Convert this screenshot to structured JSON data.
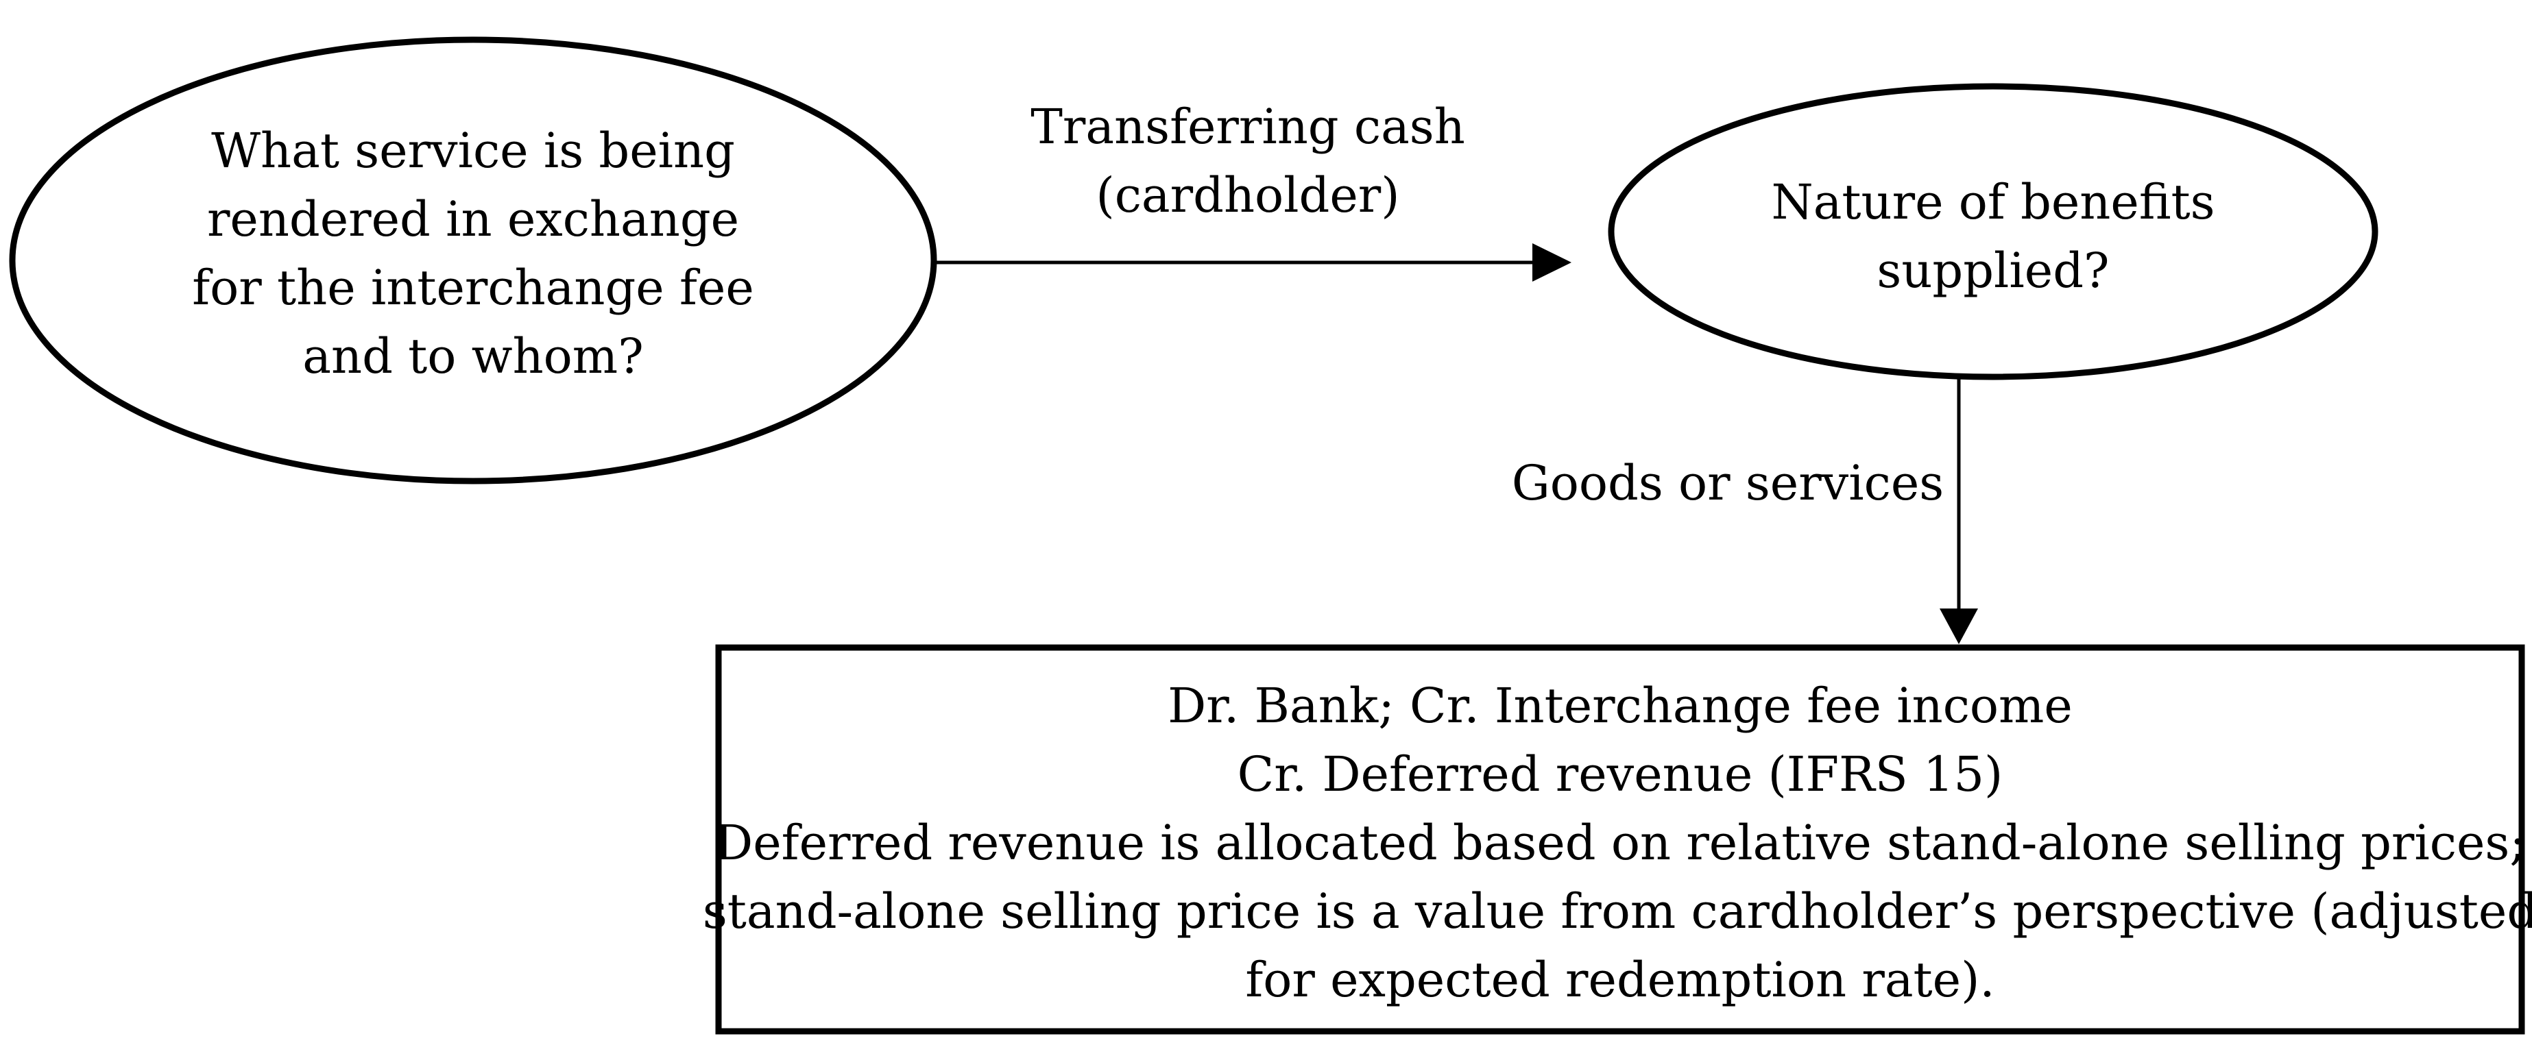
{
  "nodes": {
    "question_service": {
      "lines": [
        "What service is being",
        "rendered in exchange",
        "for the interchange fee",
        "and to whom?"
      ]
    },
    "question_benefits": {
      "lines": [
        "Nature of benefits",
        "supplied?"
      ]
    },
    "accounting_entry": {
      "lines": [
        "Dr. Bank; Cr. Interchange fee income",
        "Cr. Deferred revenue (IFRS 15)",
        "Deferred revenue is allocated based on relative stand-alone selling prices;",
        "stand-alone selling price is a value from cardholder’s perspective (adjusted",
        "for expected redemption rate)."
      ]
    }
  },
  "edges": {
    "transferring_cash": {
      "lines": [
        "Transferring cash",
        "(cardholder)"
      ]
    },
    "goods_or_services": {
      "lines": [
        "Goods or services"
      ]
    }
  },
  "colors": {
    "stroke": "#000000",
    "background": "#ffffff"
  }
}
